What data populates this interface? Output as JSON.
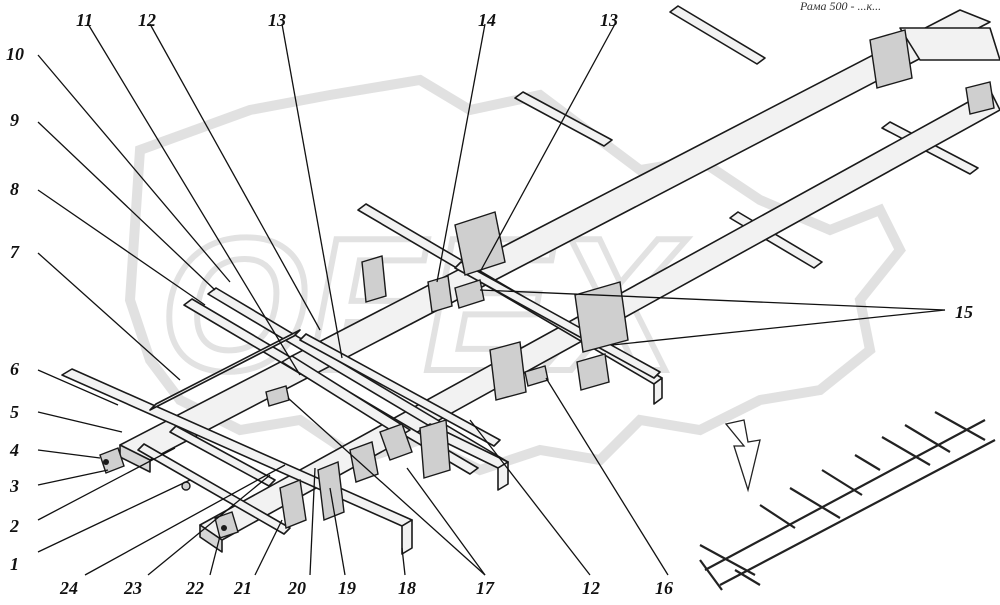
{
  "header": {
    "caption": "Рама 500 - ...к..."
  },
  "watermark": {
    "text": "OFEX"
  },
  "callouts": [
    {
      "id": "1",
      "label": "1"
    },
    {
      "id": "2",
      "label": "2"
    },
    {
      "id": "3",
      "label": "3"
    },
    {
      "id": "4",
      "label": "4"
    },
    {
      "id": "5",
      "label": "5"
    },
    {
      "id": "6",
      "label": "6"
    },
    {
      "id": "7",
      "label": "7"
    },
    {
      "id": "8",
      "label": "8"
    },
    {
      "id": "9",
      "label": "9"
    },
    {
      "id": "10",
      "label": "10"
    },
    {
      "id": "11",
      "label": "11"
    },
    {
      "id": "12a",
      "label": "12"
    },
    {
      "id": "13a",
      "label": "13"
    },
    {
      "id": "14",
      "label": "14"
    },
    {
      "id": "13b",
      "label": "13"
    },
    {
      "id": "15",
      "label": "15"
    },
    {
      "id": "16",
      "label": "16"
    },
    {
      "id": "12b",
      "label": "12"
    },
    {
      "id": "17",
      "label": "17"
    },
    {
      "id": "18",
      "label": "18"
    },
    {
      "id": "19",
      "label": "19"
    },
    {
      "id": "20",
      "label": "20"
    },
    {
      "id": "21",
      "label": "21"
    },
    {
      "id": "22",
      "label": "22"
    },
    {
      "id": "23",
      "label": "23"
    },
    {
      "id": "24",
      "label": "24"
    }
  ]
}
